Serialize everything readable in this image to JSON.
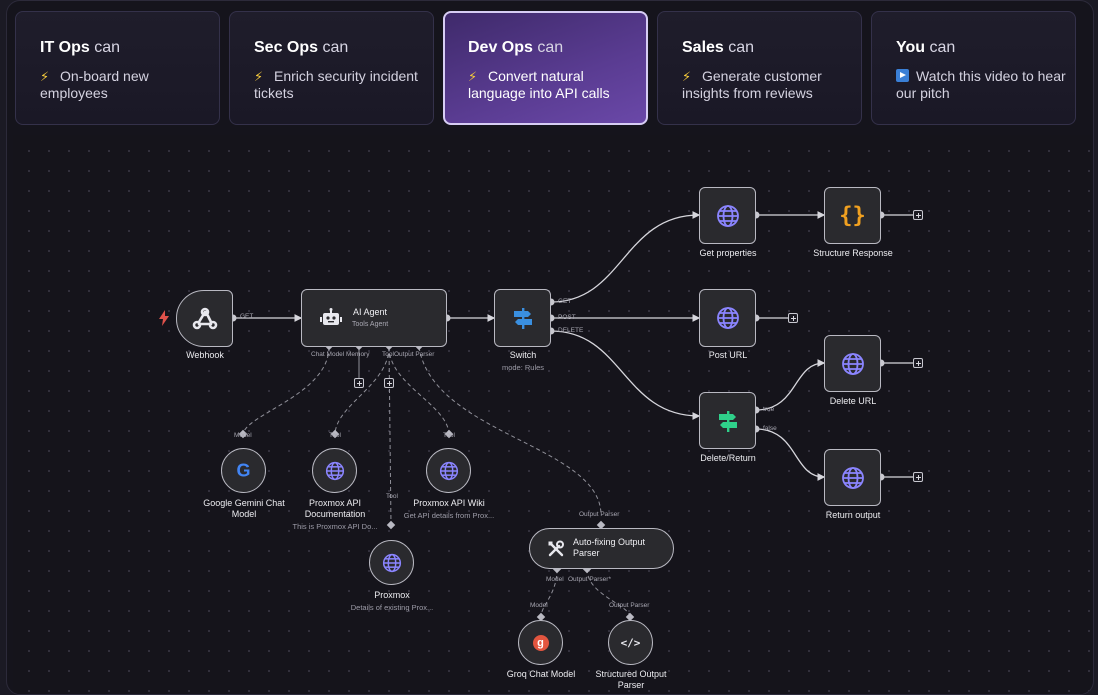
{
  "tabs": [
    {
      "title": "IT Ops",
      "can": "can",
      "icon": "lightning-icon",
      "desc": "On-board new employees",
      "active": false
    },
    {
      "title": "Sec Ops",
      "can": "can",
      "icon": "lightning-icon",
      "desc": "Enrich security incident tickets",
      "active": false
    },
    {
      "title": "Dev Ops",
      "can": "can",
      "icon": "lightning-icon",
      "desc": "Convert natural language into API calls",
      "active": true
    },
    {
      "title": "Sales",
      "can": "can",
      "icon": "lightning-icon",
      "desc": "Generate customer insights from reviews",
      "active": false
    },
    {
      "title": "You",
      "can": "can",
      "icon": "play-icon",
      "desc": "Watch this video to hear our pitch",
      "active": false
    }
  ],
  "workflow": {
    "webhook": {
      "label": "Webhook",
      "port_out": "GET"
    },
    "ai_agent": {
      "title": "AI Agent",
      "subtitle": "Tools Agent",
      "ports": [
        "Chat Model",
        "Memory",
        "Tool",
        "Output Parser"
      ]
    },
    "switch": {
      "label": "Switch",
      "subtitle": "mode: Rules",
      "ports": [
        "GET",
        "POST",
        "DELETE"
      ]
    },
    "get_properties": {
      "label": "Get properties"
    },
    "structure_response": {
      "label": "Structure Response"
    },
    "post_url": {
      "label": "Post URL"
    },
    "delete_return": {
      "label": "Delete/Return",
      "ports": [
        "true",
        "false"
      ]
    },
    "delete_url": {
      "label": "Delete URL"
    },
    "return_output": {
      "label": "Return output"
    },
    "gemini": {
      "label": "Google Gemini Chat Model",
      "port": "Model"
    },
    "proxmox_api_doc": {
      "label": "Proxmox API Documentation",
      "subtitle": "This is Proxmox API Do...",
      "port": "Tool"
    },
    "proxmox_api_wiki": {
      "label": "Proxmox API Wiki",
      "subtitle": "Get API details from Prox...",
      "port": "Tool"
    },
    "proxmox": {
      "label": "Proxmox",
      "subtitle": "Details of existing Prox...",
      "port": "Tool"
    },
    "auto_fixing": {
      "title": "Auto-fixing Output Parser",
      "port_in": "Output Parser",
      "ports": [
        "Model",
        "Output Parser*"
      ]
    },
    "groq": {
      "label": "Groq Chat Model",
      "port": "Model"
    },
    "structured_output": {
      "label": "Structured Output Parser",
      "port": "Output Parser"
    }
  },
  "colors": {
    "accent": "#6a48a8",
    "globe": "#8b85ff",
    "bolt": "#f3c93b",
    "switch_blue": "#3a8fe0",
    "switch_green": "#2fd08a",
    "trigger": "#e0524b",
    "groq": "#e2553f",
    "braces": "#f0a020"
  }
}
